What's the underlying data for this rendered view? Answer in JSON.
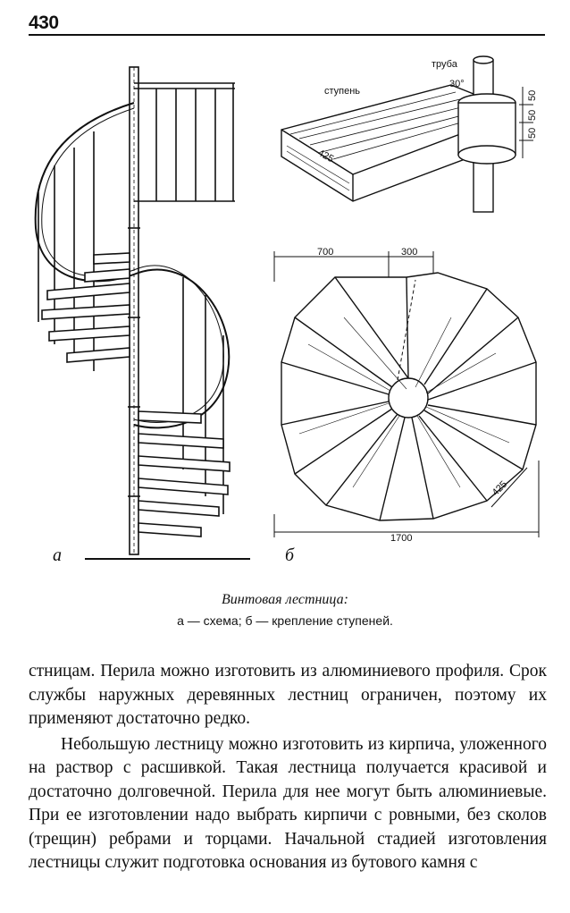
{
  "page": {
    "number": "430"
  },
  "figure": {
    "left_label": "а",
    "right_label": "б",
    "detail_labels": {
      "pipe": "труба",
      "step": "ступень",
      "angle": "30°",
      "tread_length": "425",
      "dims": [
        "50",
        "50",
        "50"
      ]
    },
    "plan_labels": {
      "outer_width": "700",
      "inner_width": "300",
      "overall": "1700",
      "tread": "425"
    }
  },
  "caption": {
    "title": "Винтовая лестница:",
    "subtitle": "а — схема; б — крепление ступеней."
  },
  "body": {
    "paragraphs": [
      "стницам. Перила можно изготовить из алюминиевого профиля. Срок службы наружных деревянных лестниц ограничен, поэтому их применяют достаточно редко.",
      "Небольшую лестницу можно изготовить из кирпича, уложенного на раствор с расшивкой. Такая лестница получается красивой и достаточно долговечной. Перила для нее могут быть алюминиевые. При ее изготовлении надо выбрать кирпичи с ровными, без сколов (трещин) ребрами и торцами. Начальной стадией изготовления лестницы служит подготовка основания из бутового камня с"
    ]
  }
}
